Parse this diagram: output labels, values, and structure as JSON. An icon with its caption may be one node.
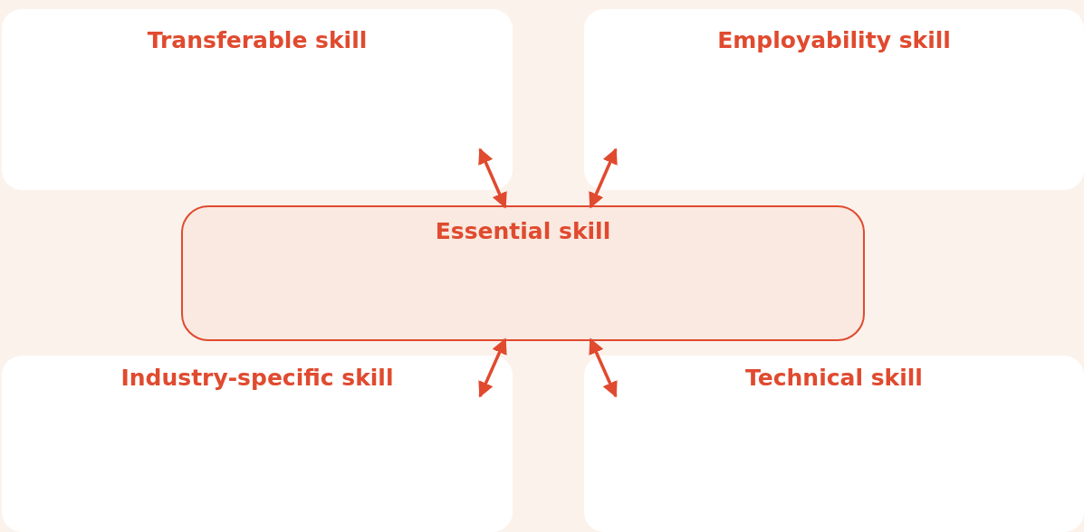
{
  "diagram": {
    "nodes": [
      {
        "text": [
          "Transferable skill"
        ]
      },
      {
        "text": [
          "Employability skill"
        ]
      },
      {
        "text": [
          "Essential skill"
        ]
      },
      {
        "text": [
          "Industry-specific skill"
        ]
      },
      {
        "text": [
          "Technical skill"
        ]
      }
    ],
    "edges": [
      {
        "from": 2,
        "to": 0,
        "arrow": "both"
      },
      {
        "from": 2,
        "to": 1,
        "arrow": "both"
      },
      {
        "from": 2,
        "to": 3,
        "arrow": "both"
      },
      {
        "from": 2,
        "to": 4,
        "arrow": "both"
      }
    ]
  }
}
